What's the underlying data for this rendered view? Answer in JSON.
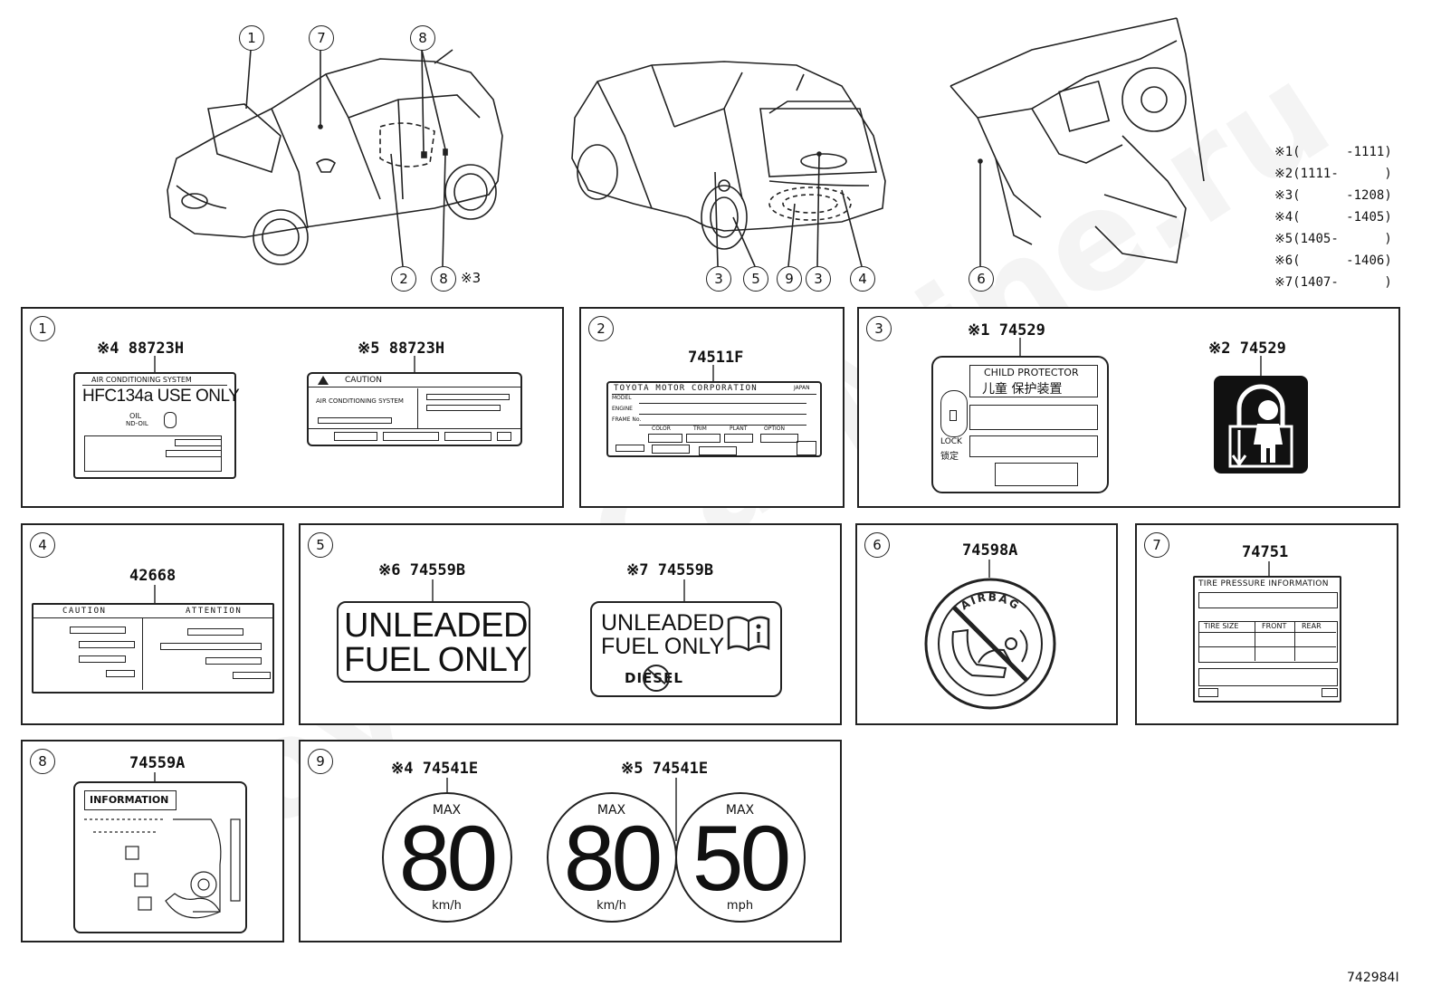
{
  "watermark": "ToyotaCarMine.ru",
  "figure_code": "742984I",
  "legend": [
    {
      "mark": "※1",
      "range": "(      -1111)"
    },
    {
      "mark": "※2",
      "range": "(1111-      )"
    },
    {
      "mark": "※3",
      "range": "(      -1208)"
    },
    {
      "mark": "※4",
      "range": "(      -1405)"
    },
    {
      "mark": "※5",
      "range": "(1405-      )"
    },
    {
      "mark": "※6",
      "range": "(      -1406)"
    },
    {
      "mark": "※7",
      "range": "(1407-      )"
    }
  ],
  "callouts": {
    "c1": "1",
    "c2": "2",
    "c3": "3",
    "c4": "4",
    "c5": "5",
    "c6": "6",
    "c7": "7",
    "c8": "8",
    "c9": "9",
    "note3": "※3"
  },
  "panel1": {
    "num": "1",
    "part_a": "※4 88723H",
    "part_b": "※5 88723H",
    "a_header": "AIR CONDITIONING SYSTEM",
    "a_big": "HFC134a USE ONLY",
    "a_oil": "OIL",
    "a_oil2": "ND-OIL",
    "b_header": "CAUTION",
    "b_sub": "AIR CONDITIONING SYSTEM"
  },
  "panel2": {
    "num": "2",
    "part": "74511F",
    "company": "TOYOTA MOTOR CORPORATION",
    "japan": "JAPAN",
    "model": "MODEL",
    "engine": "ENGINE",
    "frame": "FRAME No.",
    "color": "COLOR",
    "trim": "TRIM",
    "plant": "PLANT",
    "option": "OPTION"
  },
  "panel3": {
    "num": "3",
    "part_a": "※1 74529",
    "part_b": "※2 74529",
    "title_en": "CHILD PROTECTOR",
    "title_cn": "儿童 保护装置",
    "lock_en": "LOCK",
    "lock_cn": "锁定"
  },
  "panel4": {
    "num": "4",
    "part": "42668",
    "caution": "CAUTION",
    "attention": "ATTENTION"
  },
  "panel5": {
    "num": "5",
    "part_a": "※6 74559B",
    "part_b": "※7 74559B",
    "line1": "UNLEADED",
    "line2": "FUEL ONLY",
    "diesel": "DIESEL"
  },
  "panel6": {
    "num": "6",
    "part": "74598A",
    "ring_text": "AIRBAG"
  },
  "panel7": {
    "num": "7",
    "part": "74751",
    "title": "TIRE PRESSURE INFORMATION",
    "col1": "TIRE SIZE",
    "col2": "FRONT",
    "col3": "REAR"
  },
  "panel8": {
    "num": "8",
    "part": "74559A",
    "info": "INFORMATION"
  },
  "panel9": {
    "num": "9",
    "part_a": "※4 74541E",
    "part_b": "※5 74541E",
    "max": "MAX",
    "v80": "80",
    "v50": "50",
    "kmh": "km/h",
    "mph": "mph"
  }
}
